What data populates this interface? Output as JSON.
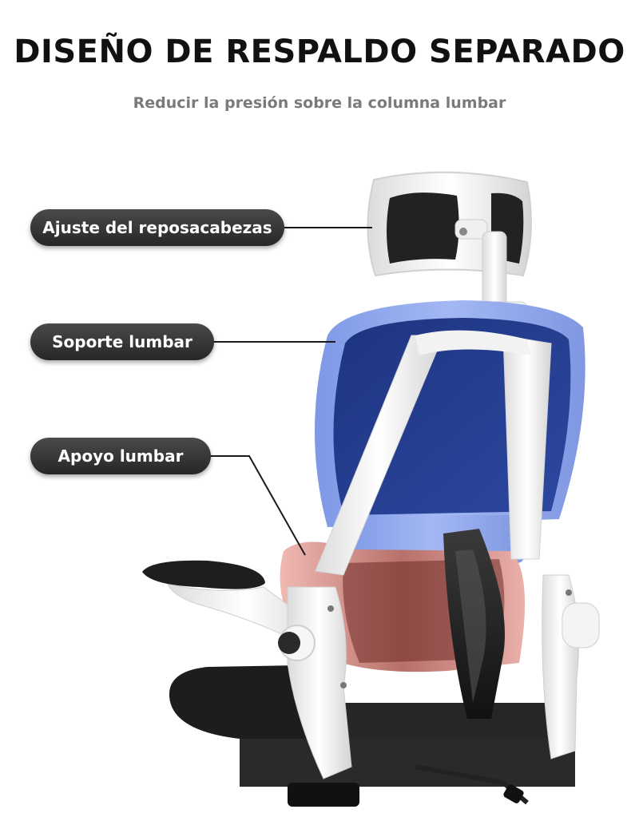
{
  "header": {
    "title": "DISEÑO DE RESPALDO SEPARADO",
    "subtitle": "Reducir la presión sobre la columna lumbar"
  },
  "callouts": [
    {
      "label": "Ajuste del reposacabezas"
    },
    {
      "label": "Soporte lumbar"
    },
    {
      "label": "Apoyo lumbar"
    }
  ],
  "colors": {
    "headline": "#111111",
    "subtitle": "#7a7a7a",
    "pill": "#333333",
    "backrest_frame": "#8fa8ee",
    "mesh": "#263f92",
    "lumbar": "#e9a9a2",
    "chair_frame": "#f4f4f4",
    "seat": "#1e1e1e"
  },
  "image": {
    "subject": "office-chair"
  }
}
